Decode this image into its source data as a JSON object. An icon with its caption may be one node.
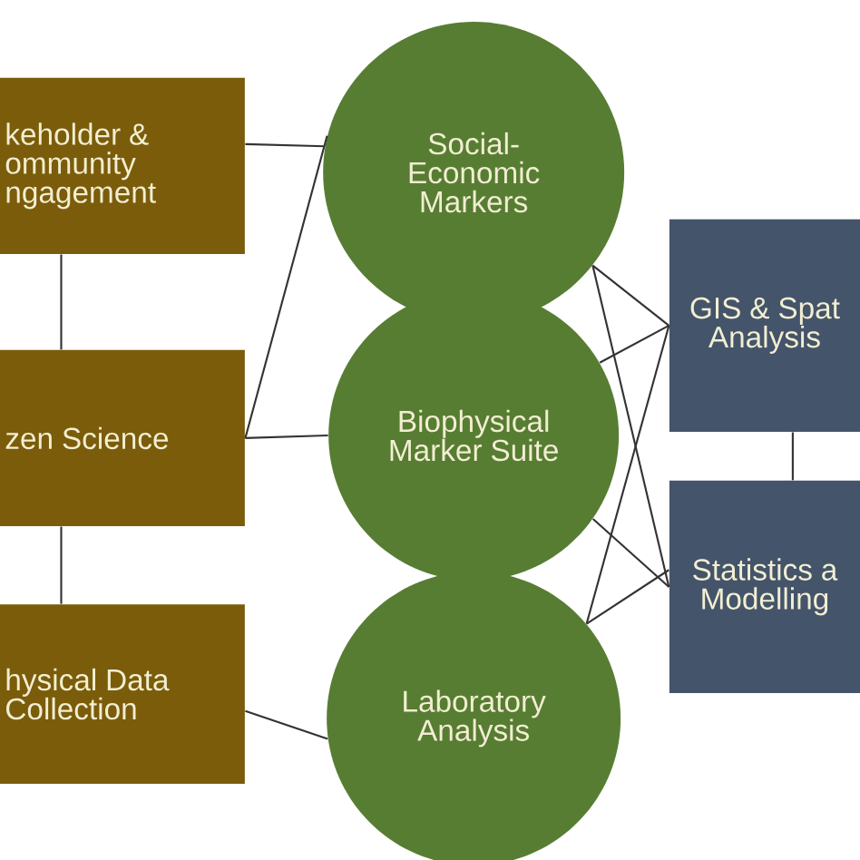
{
  "diagram": {
    "nodes": [
      {
        "text": [
          "keholder & ommunity ngagement"
        ]
      },
      {
        "text": [
          "zen Science"
        ]
      },
      {
        "text": [
          "hysical Data Collection"
        ]
      },
      {
        "text": [
          "Social- Economic Markers"
        ]
      },
      {
        "text": [
          "Biophysical Marker Suite"
        ]
      },
      {
        "text": [
          "Laboratory Analysis"
        ]
      },
      {
        "text": [
          "GIS & Spat Analysis"
        ]
      },
      {
        "text": [
          "Statistics a Modelling"
        ]
      }
    ],
    "edges": [
      {
        "from": 0,
        "to": 1,
        "arrow": "none"
      },
      {
        "from": 1,
        "to": 2,
        "arrow": "none"
      },
      {
        "from": 0,
        "to": 3,
        "arrow": "none"
      },
      {
        "from": 1,
        "to": 3,
        "arrow": "none"
      },
      {
        "from": 1,
        "to": 4,
        "arrow": "none"
      },
      {
        "from": 2,
        "to": 5,
        "arrow": "none"
      },
      {
        "from": 3,
        "to": 6,
        "arrow": "none"
      },
      {
        "from": 3,
        "to": 7,
        "arrow": "none"
      },
      {
        "from": 4,
        "to": 6,
        "arrow": "none"
      },
      {
        "from": 4,
        "to": 7,
        "arrow": "none"
      },
      {
        "from": 5,
        "to": 6,
        "arrow": "none"
      },
      {
        "from": 5,
        "to": 7,
        "arrow": "none"
      },
      {
        "from": 6,
        "to": 7,
        "arrow": "none"
      }
    ]
  }
}
